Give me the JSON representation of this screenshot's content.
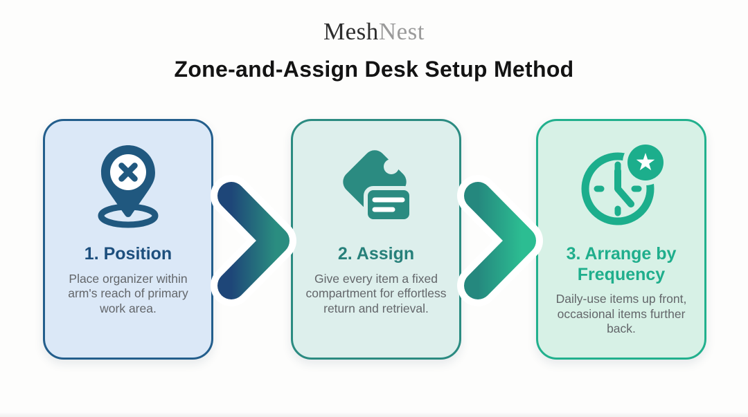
{
  "brand": {
    "part1": "Mesh",
    "part2": "Nest"
  },
  "title": "Zone-and-Assign Desk Setup Method",
  "steps": [
    {
      "title": "1. Position",
      "description": "Place organizer within arm's reach of primary work area.",
      "icon": "location-pin-x-icon",
      "card_bg": "#dbe8f7",
      "border_color": "#235e8c",
      "title_color": "#1d4f7d",
      "icon_color": "#20587f"
    },
    {
      "title": "2. Assign",
      "description": "Give every item a fixed compartment for effortless return and retrieval.",
      "icon": "tag-label-icon",
      "card_bg": "#ddefec",
      "border_color": "#2b8b81",
      "title_color": "#27807a",
      "icon_color": "#2b8b81"
    },
    {
      "title": "3. Arrange by Frequency",
      "description": "Daily-use items up front, occasional items further back.",
      "icon": "clock-star-icon",
      "card_bg": "#d7f1e6",
      "border_color": "#21b08d",
      "title_color": "#1fae8c",
      "icon_color": "#1cae8c"
    }
  ],
  "arrows": [
    {
      "name": "arrow-1",
      "gradient_from": "#1e4678",
      "gradient_to": "#2a8d80"
    },
    {
      "name": "arrow-2",
      "gradient_from": "#25887e",
      "gradient_to": "#2cbd92"
    }
  ],
  "colors": {
    "page_background": "#fdfdfc",
    "body_text": "#63666a",
    "logo_dark": "#2d2d2d",
    "logo_gray": "#9a9a9a",
    "main_title": "#131313"
  }
}
